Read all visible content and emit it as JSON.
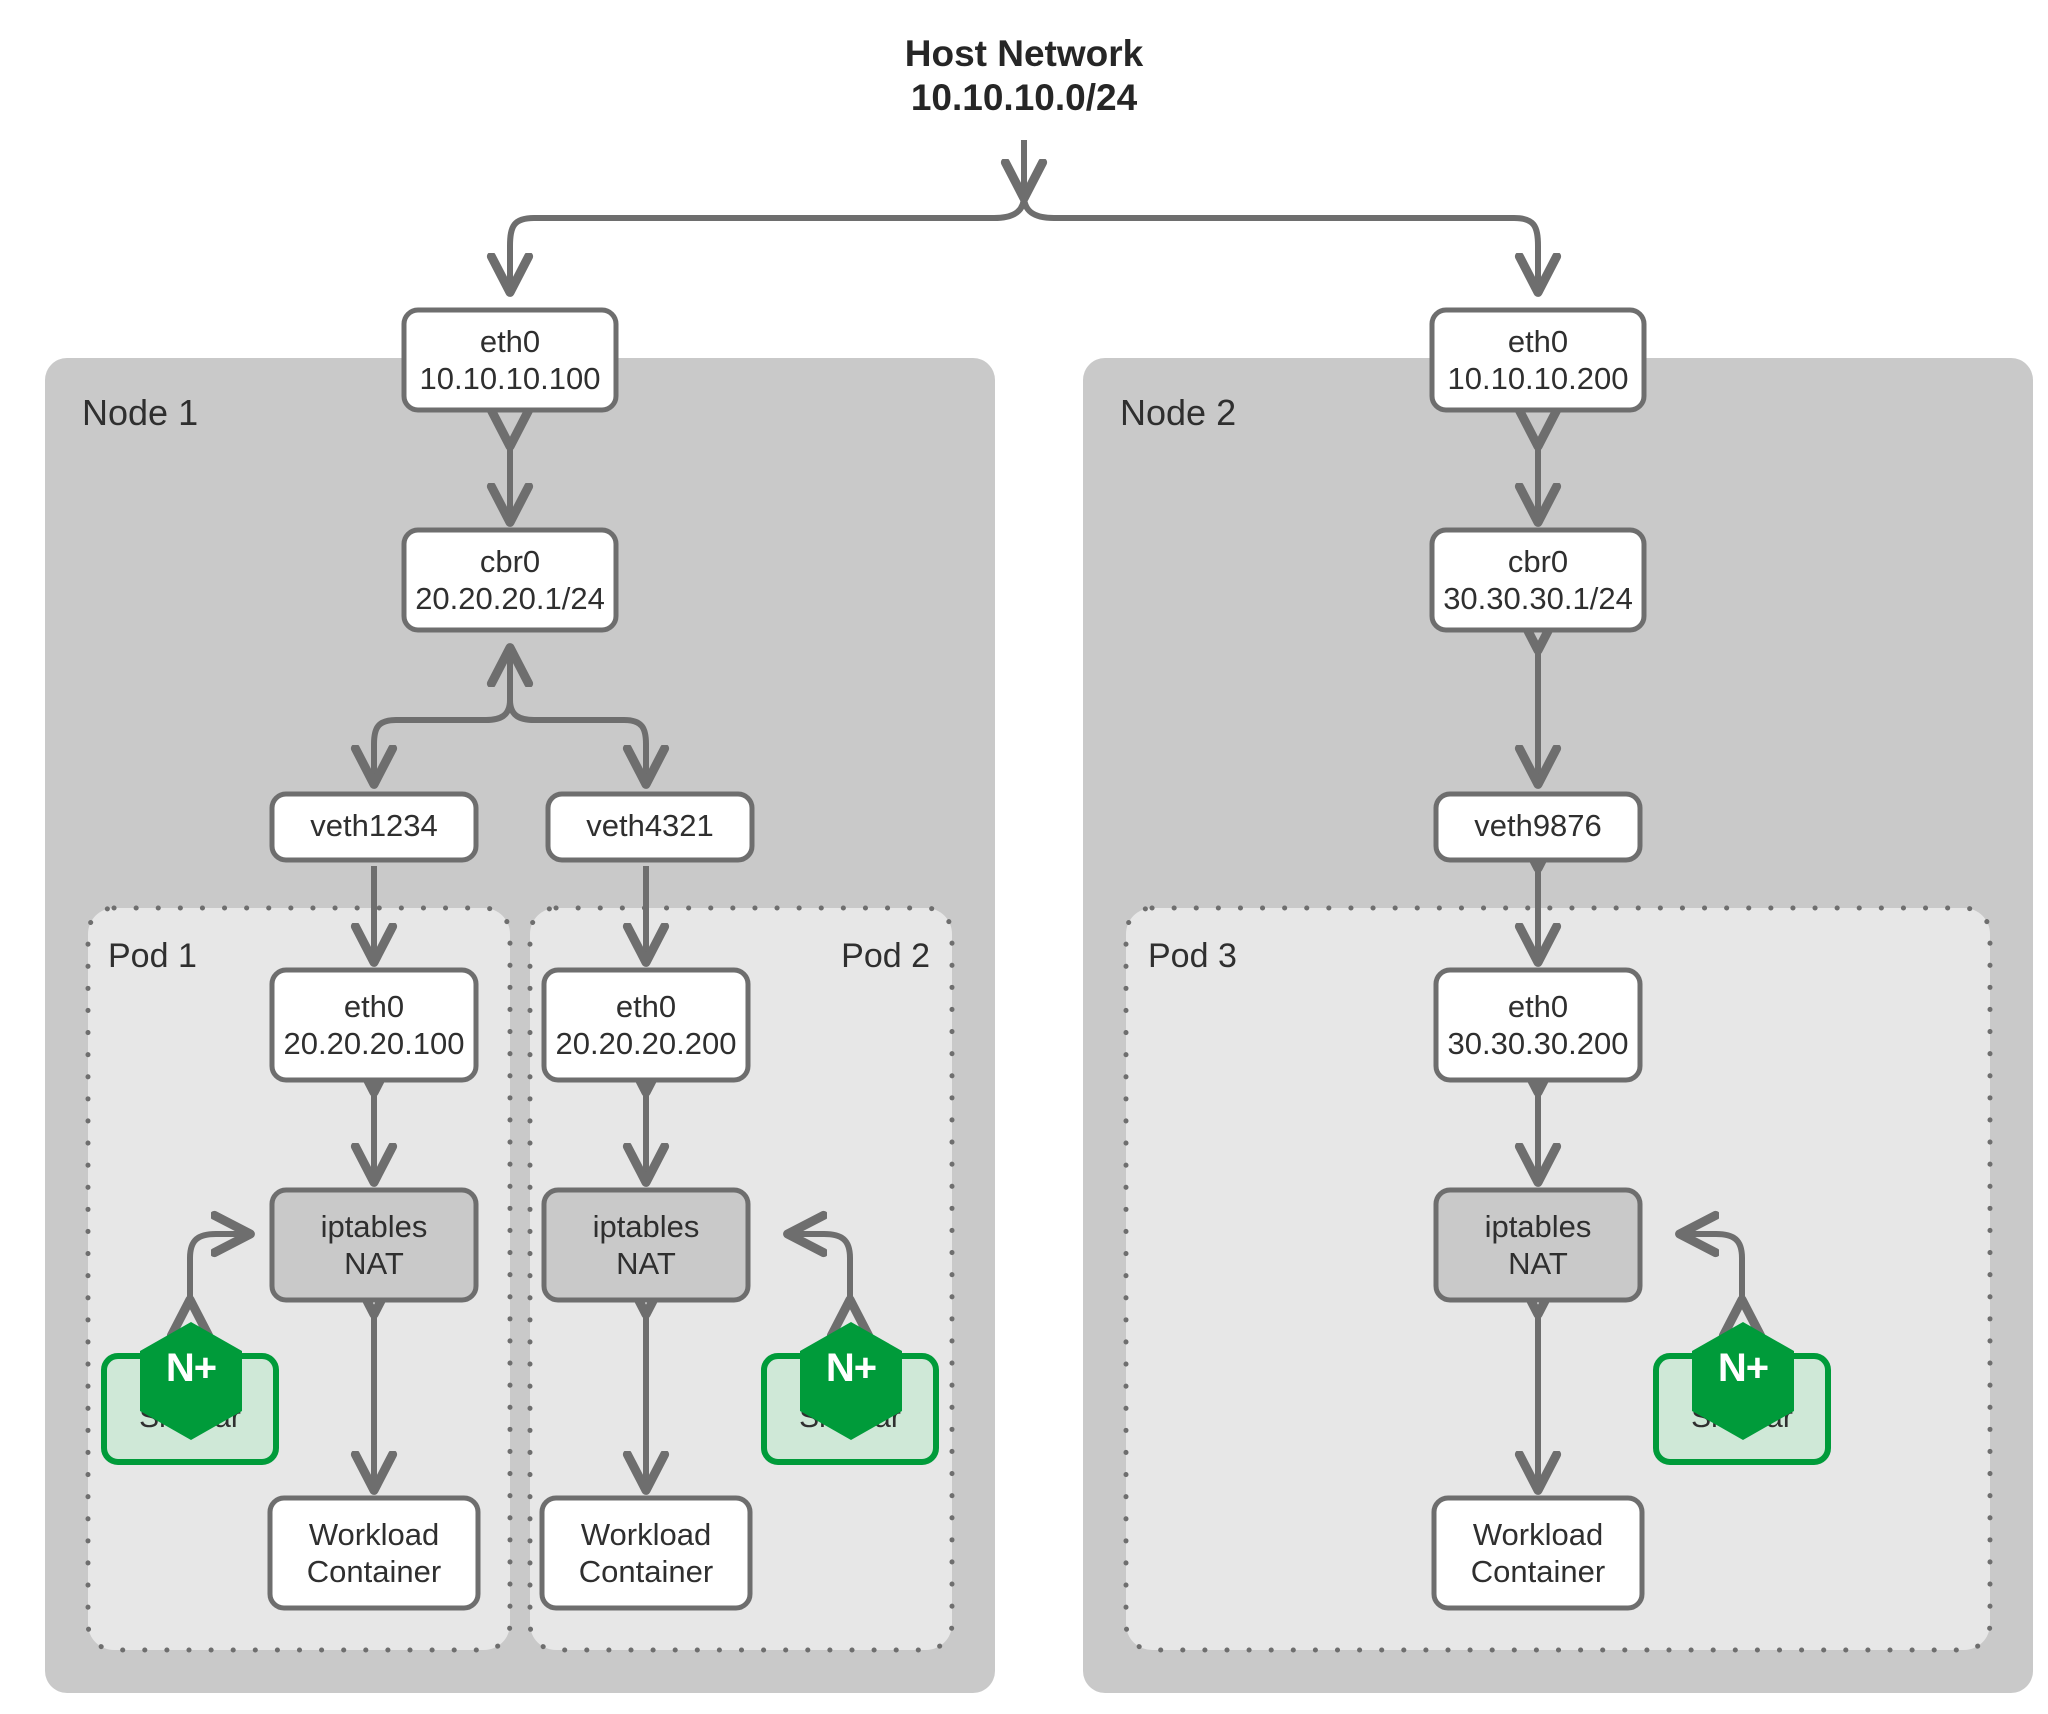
{
  "diagram": {
    "title": "Host Network",
    "subtitle": "10.10.10.0/24",
    "host_network_label": "Host Network\n10.10.10.0/24"
  },
  "nodes": [
    {
      "id": "node1",
      "label": "Node 1",
      "eth0": {
        "name": "eth0",
        "ip": "10.10.10.100",
        "text": "eth0\n10.10.10.100"
      },
      "bridge": {
        "name": "cbr0",
        "ip": "20.20.20.1/24",
        "text": "cbr0\n20.20.20.1/24"
      },
      "veths": [
        {
          "label": "veth1234"
        },
        {
          "label": "veth4321"
        }
      ],
      "pods": [
        {
          "label": "Pod 1",
          "label_align": "left",
          "eth0": {
            "name": "eth0",
            "ip": "20.20.20.100",
            "text": "eth0\n20.20.20.100"
          },
          "iptables": {
            "text": "iptables\nNAT"
          },
          "sidecar": {
            "label": "Sidecar",
            "badge": "N+"
          },
          "workload": {
            "text": "Workload\nContainer"
          },
          "sidecar_side": "left"
        },
        {
          "label": "Pod 2",
          "label_align": "right",
          "eth0": {
            "name": "eth0",
            "ip": "20.20.20.200",
            "text": "eth0\n20.20.20.200"
          },
          "iptables": {
            "text": "iptables\nNAT"
          },
          "sidecar": {
            "label": "Sidecar",
            "badge": "N+"
          },
          "workload": {
            "text": "Workload\nContainer"
          },
          "sidecar_side": "right"
        }
      ]
    },
    {
      "id": "node2",
      "label": "Node 2",
      "eth0": {
        "name": "eth0",
        "ip": "10.10.10.200",
        "text": "eth0\n10.10.10.200"
      },
      "bridge": {
        "name": "cbr0",
        "ip": "30.30.30.1/24",
        "text": "cbr0\n30.30.30.1/24"
      },
      "veths": [
        {
          "label": "veth9876"
        }
      ],
      "pods": [
        {
          "label": "Pod 3",
          "label_align": "left",
          "eth0": {
            "name": "eth0",
            "ip": "30.30.30.200",
            "text": "eth0\n30.30.30.200"
          },
          "iptables": {
            "text": "iptables\nNAT"
          },
          "sidecar": {
            "label": "Sidecar",
            "badge": "N+"
          },
          "workload": {
            "text": "Workload\nContainer"
          },
          "sidecar_side": "right"
        }
      ]
    }
  ],
  "colors": {
    "node_bg": "#c9c9c9",
    "pod_bg": "#e7e7e7",
    "box_border": "#6e6e6e",
    "box_fill": "#ffffff",
    "iptables_fill": "#c9c9c9",
    "sidecar_fill": "#cfe8d7",
    "sidecar_border": "#009b3a",
    "nginx_green": "#009b3a",
    "text": "#2f2f2f",
    "arrow": "#6e6e6e"
  }
}
